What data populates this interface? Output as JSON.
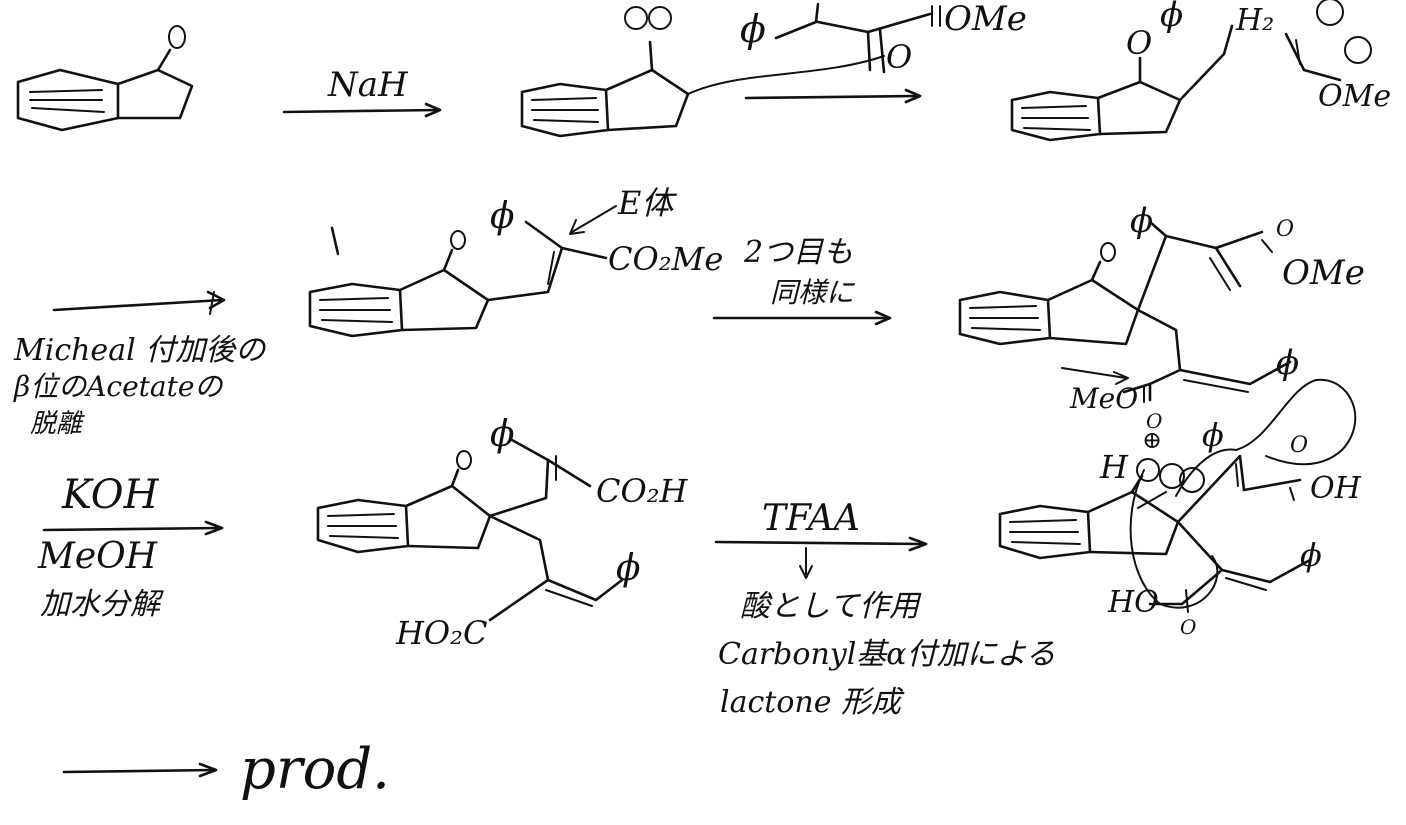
{
  "scheme": {
    "row1": {
      "reagent": "NaH",
      "ketone_o": "O",
      "enolate_o": "O",
      "acceptor_phi": "ϕ",
      "acceptor_o": "O",
      "acceptor_ome": "OMe",
      "adduct_phi": "ϕ",
      "adduct_h2": "H₂",
      "adduct_o": "O",
      "adduct_ome": "OMe"
    },
    "row2": {
      "ketone_o": "O",
      "phi": "ϕ",
      "isomer_label": "E体",
      "ester": "CO₂Me",
      "reagent_line1": "2つ目も",
      "reagent_line2": "同様に",
      "prod_phi_top": "ϕ",
      "prod_ketone_o": "O",
      "prod_ester_o": "O",
      "prod_ome": "OMe",
      "prod_meo": "MeO",
      "prod_phi_bottom": "ϕ",
      "note_line1": "Micheal 付加後の",
      "note_line2": "β位のAcetateの",
      "note_line3": "脱離"
    },
    "row3": {
      "reagent_top": "KOH",
      "reagent_bottom": "MeOH",
      "reagent_note": "加水分解",
      "ketone_o": "O",
      "phi_top": "ϕ",
      "acid_top": "CO₂H",
      "acid_bottom": "HO₂C",
      "phi_bottom": "ϕ",
      "tfaa": "TFAA",
      "tfaa_note1": "酸として作用",
      "tfaa_note2": "Carbonyl基α付加による",
      "tfaa_note3": "lactone 形成",
      "int_h": "H",
      "int_plus": "⊕",
      "int_o_top": "O",
      "int_phi": "ϕ",
      "int_o_acid": "O",
      "int_oh": "OH",
      "int_ho": "HO",
      "int_o_bottom": "O",
      "int_phi_bottom": "ϕ"
    },
    "row4": {
      "product": "prod."
    }
  }
}
